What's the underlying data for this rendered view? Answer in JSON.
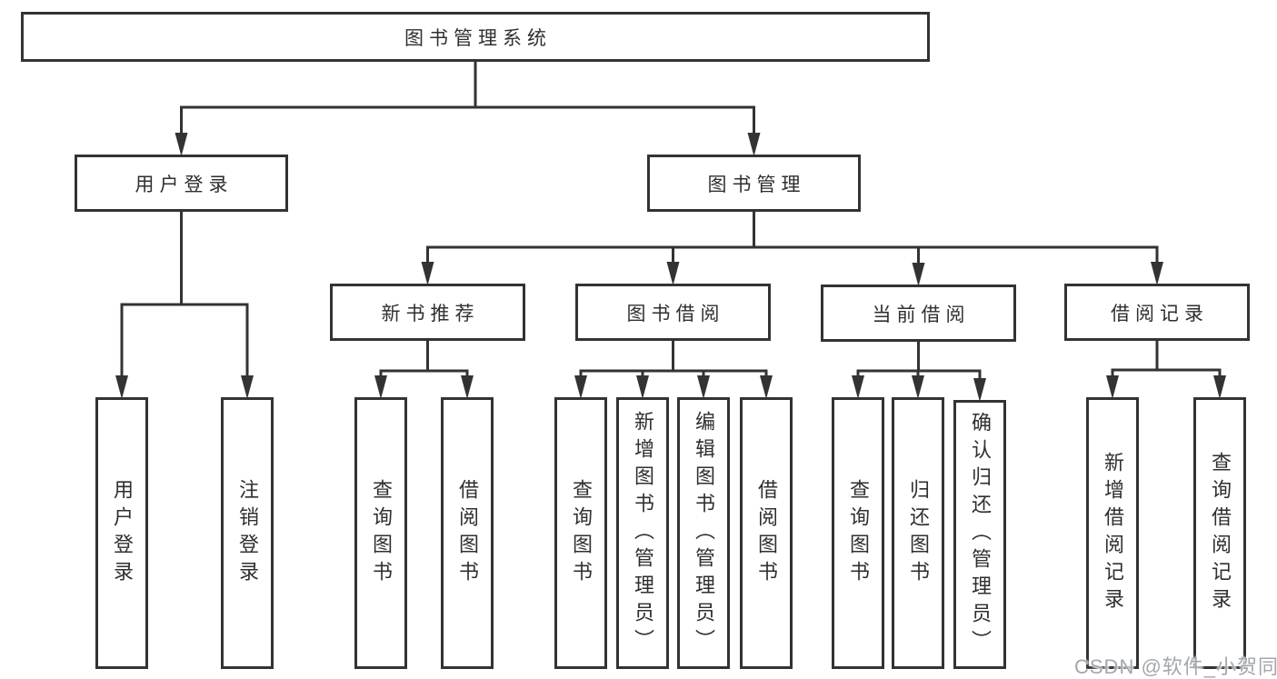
{
  "diagram": {
    "title": "图书管理系统",
    "watermark": "CSDN @软件_小贺同学",
    "colors": {
      "line": "#333333",
      "box_border": "#333333",
      "box_fill": "#ffffff",
      "text": "#2f2f2f",
      "background": "#ffffff",
      "watermark_text": "#9ea2a9"
    },
    "nodes": [
      {
        "id": "root",
        "label": "图书管理系统",
        "parent": null
      },
      {
        "id": "user-login",
        "label": "用户登录",
        "parent": "root"
      },
      {
        "id": "book-mgmt",
        "label": "图书管理",
        "parent": "root"
      },
      {
        "id": "login-leaf",
        "label": "用户登录",
        "parent": "user-login"
      },
      {
        "id": "logout-leaf",
        "label": "注销登录",
        "parent": "user-login"
      },
      {
        "id": "new-book-rec",
        "label": "新书推荐",
        "parent": "book-mgmt"
      },
      {
        "id": "book-borrow",
        "label": "图书借阅",
        "parent": "book-mgmt"
      },
      {
        "id": "current-borrow",
        "label": "当前借阅",
        "parent": "book-mgmt"
      },
      {
        "id": "borrow-records",
        "label": "借阅记录",
        "parent": "book-mgmt"
      },
      {
        "id": "rec-query",
        "label": "查询图书",
        "parent": "new-book-rec"
      },
      {
        "id": "rec-borrow",
        "label": "借阅图书",
        "parent": "new-book-rec"
      },
      {
        "id": "bb-query",
        "label": "查询图书",
        "parent": "book-borrow"
      },
      {
        "id": "bb-add",
        "label": "新增图书（管理员）",
        "parent": "book-borrow"
      },
      {
        "id": "bb-edit",
        "label": "编辑图书（管理员）",
        "parent": "book-borrow"
      },
      {
        "id": "bb-borrow",
        "label": "借阅图书",
        "parent": "book-borrow"
      },
      {
        "id": "cb-query",
        "label": "查询图书",
        "parent": "current-borrow"
      },
      {
        "id": "cb-return",
        "label": "归还图书",
        "parent": "current-borrow"
      },
      {
        "id": "cb-confirm",
        "label": "确认归还（管理员）",
        "parent": "current-borrow"
      },
      {
        "id": "br-add",
        "label": "新增借阅记录",
        "parent": "borrow-records"
      },
      {
        "id": "br-query",
        "label": "查询借阅记录",
        "parent": "borrow-records"
      }
    ]
  }
}
